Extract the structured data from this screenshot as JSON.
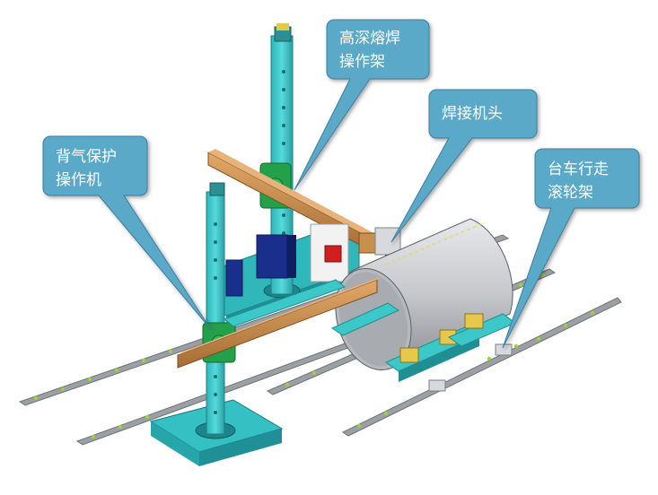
{
  "callouts": {
    "deep_welding_manipulator": {
      "line1": "高深熔焊",
      "line2": "操作架"
    },
    "welding_head": {
      "line1": "焊接机头"
    },
    "back_gas_manipulator": {
      "line1": "背气保护",
      "line2": "操作机"
    },
    "roller_carriage": {
      "line1": "台车行走",
      "line2": "滚轮架"
    }
  },
  "colors": {
    "callout_fill": "#5aa9c8",
    "callout_border": "#3d7f9c",
    "machine_teal": "#3cc8c8",
    "machine_dark": "#1f8f94",
    "beam_orange": "#c8904f",
    "rail_grey": "#8a8f93",
    "rail_bolt": "#9cd23c",
    "cylinder_grey": "#c9cbcf",
    "cabinet_blue": "#1a2f8c",
    "yellow_part": "#e8c84a",
    "red_part": "#d11f1f"
  }
}
